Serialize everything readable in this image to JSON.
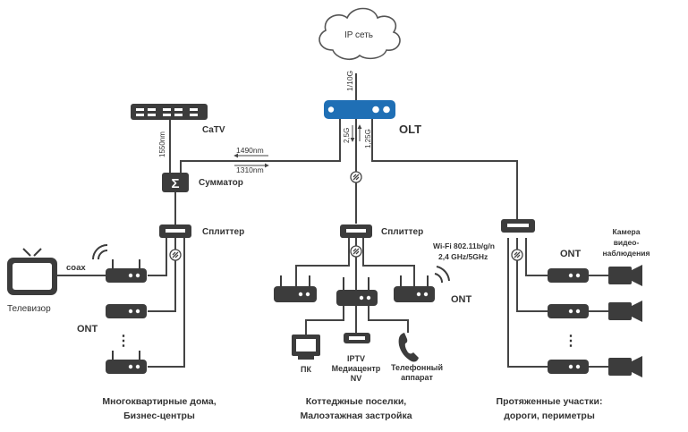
{
  "cloud": {
    "label": "IP сеть"
  },
  "uplink": {
    "label": "1/10G"
  },
  "olt": {
    "label": "OLT",
    "down_label": "2,5G",
    "up_label": "1,25G",
    "color": "#1f6fb5"
  },
  "catv": {
    "label": "CaTV",
    "wavelength": "1550nm",
    "combiner_label": "Сумматор",
    "combiner_symbol": "Σ",
    "wl_1490": "1490nm",
    "wl_1310": "1310nm"
  },
  "left": {
    "splitter_label": "Сплиттер",
    "tv_label": "Телевизор",
    "coax_label": "coax",
    "ont_label": "ONT",
    "dots": "⋮",
    "caption_line1": "Многоквартирные дома,",
    "caption_line2": "Бизнес-центры"
  },
  "middle": {
    "splitter_label": "Сплиттер",
    "wifi_line1": "Wi-Fi 802.11b/g/n",
    "wifi_line2": "2,4 GHz/5GHz",
    "ont_label": "ONT",
    "pc_label": "ПК",
    "iptv_line1": "IPTV",
    "iptv_line2": "Медиацентр",
    "iptv_line3": "NV",
    "phone_line1": "Телефонный",
    "phone_line2": "аппарат",
    "caption_line1": "Коттеджные поселки,",
    "caption_line2": "Малоэтажная застройка"
  },
  "right": {
    "ont_label": "ONT",
    "camera_line1": "Камера",
    "camera_line2": "видео-",
    "camera_line3": "наблюдения",
    "dots": "⋮",
    "caption_line1": "Протяженные участки:",
    "caption_line2": "дороги, периметры"
  },
  "colors": {
    "line": "#444444",
    "device": "#3c3c3c",
    "accent": "#1f6fb5"
  }
}
